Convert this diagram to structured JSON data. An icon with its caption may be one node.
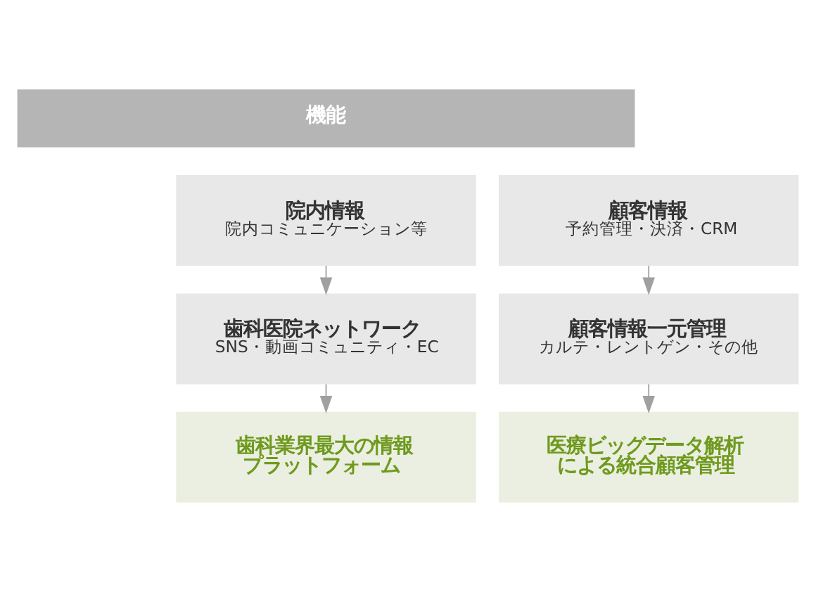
{
  "diagram": {
    "nodes": [
      {
        "text": [
          "機能"
        ]
      },
      {
        "text": [
          "院内情報",
          "院内コミュニケーション等"
        ]
      },
      {
        "text": [
          "顧客情報",
          "予約管理・決済・CRM"
        ]
      },
      {
        "text": [
          "歯科医院ネットワーク",
          "SNS・動画コミュニティ・EC"
        ]
      },
      {
        "text": [
          "顧客情報一元管理",
          "カルテ・レントゲン・その他"
        ]
      },
      {
        "text": [
          "歯科業界最大の情報プラットフォーム"
        ]
      },
      {
        "text": [
          "医療ビッグデータ解析による統合顧客管理"
        ]
      }
    ],
    "edges": [
      {
        "from": 1,
        "to": 3,
        "arrow": "to"
      },
      {
        "from": 3,
        "to": 5,
        "arrow": "to"
      },
      {
        "from": 2,
        "to": 4,
        "arrow": "to"
      },
      {
        "from": 4,
        "to": 6,
        "arrow": "to"
      }
    ]
  }
}
